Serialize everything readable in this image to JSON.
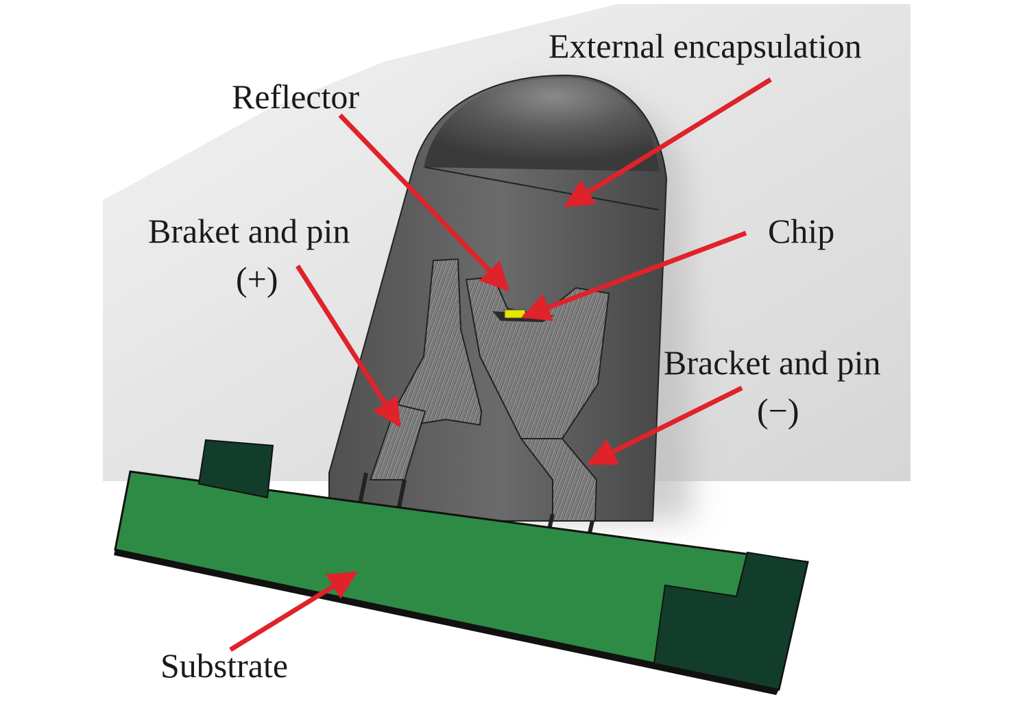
{
  "labels": {
    "external_encapsulation": "External encapsulation",
    "reflector": "Reflector",
    "braket_and_pin": "Braket and pin",
    "braket_sign": "(+)",
    "chip": "Chip",
    "bracket_and_pin": "Bracket and pin",
    "bracket_sign": "(−)",
    "substrate": "Substrate"
  },
  "colors": {
    "arrow": "#e0222b",
    "substrate_green": "#2e8b45",
    "substrate_dark": "#123d2a",
    "encapsulation_dark": "#4a4a4a",
    "pin_texture": "#8a8a8a",
    "chip_yellow": "#e6e600",
    "background_gray": "#e2e2e2"
  },
  "icons": {
    "arrow": "red-arrow-icon"
  }
}
